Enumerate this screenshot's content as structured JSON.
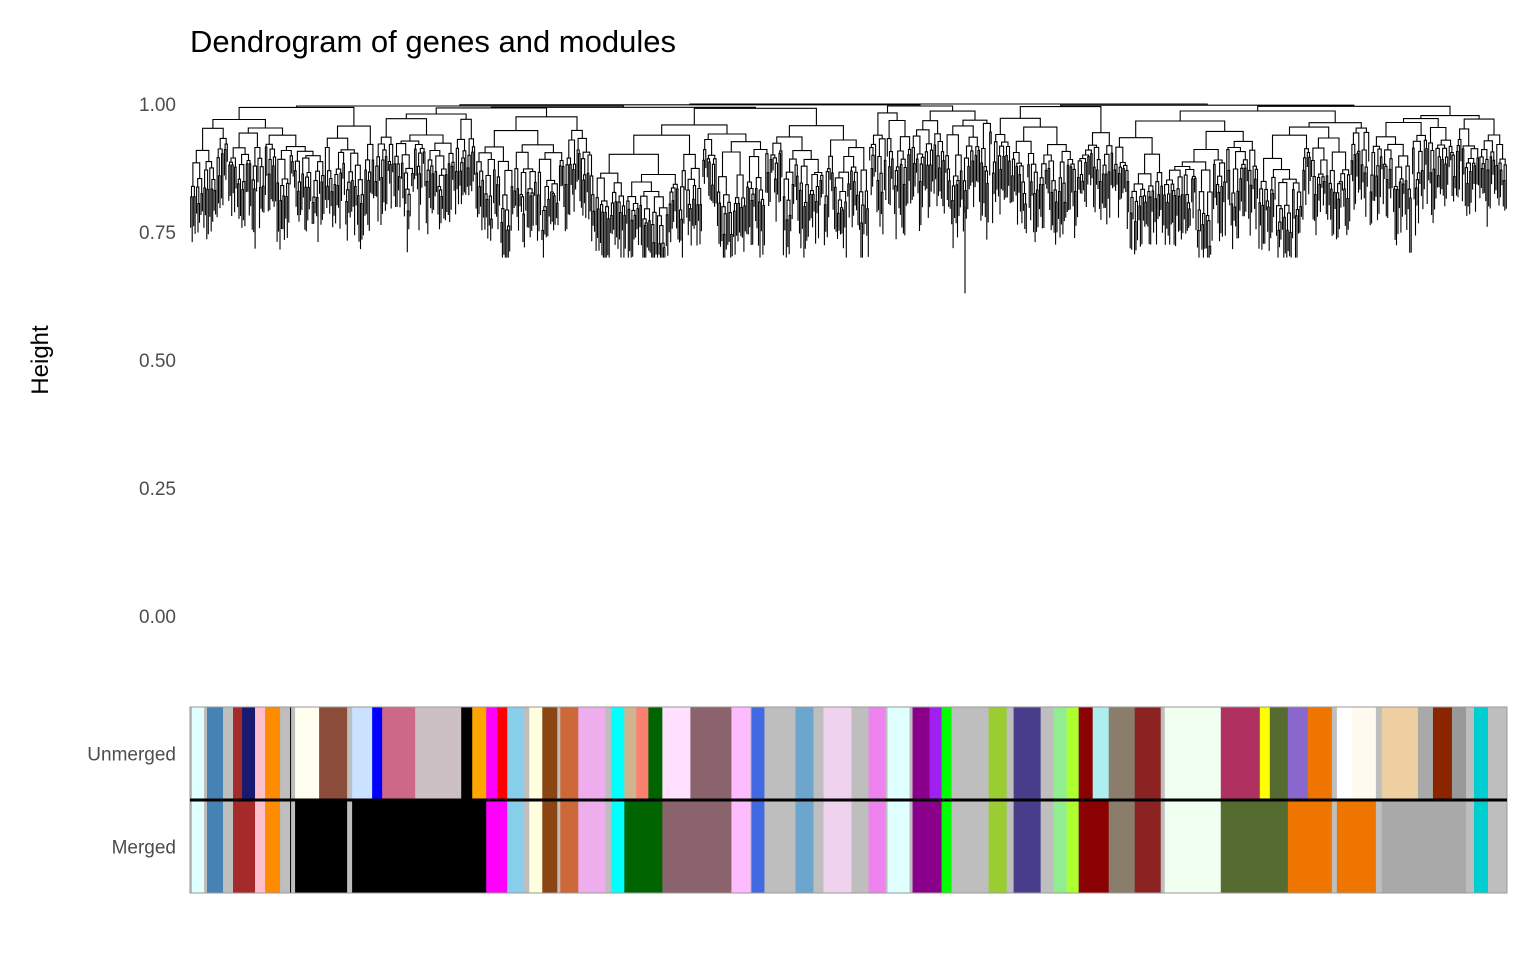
{
  "chart_data": {
    "type": "dendrogram",
    "title": "Dendrogram of genes and modules",
    "ylabel": "Height",
    "xlabel": "",
    "ylim": [
      0,
      1
    ],
    "yticks": [
      "0.00",
      "0.25",
      "0.50",
      "0.75",
      "1.00"
    ],
    "ytick_values": [
      0,
      0.25,
      0.5,
      0.75,
      1.0
    ],
    "leaf_height_range": [
      0.63,
      0.98
    ],
    "color_rows": [
      {
        "label": "Unmerged",
        "runs": [
          [
            "#BEBEBE",
            2
          ],
          [
            "#E0FFFF",
            12
          ],
          [
            "#BEBEBE",
            3
          ],
          [
            "#4682B4",
            16
          ],
          [
            "#BEBEBE",
            10
          ],
          [
            "#A52A2A",
            9
          ],
          [
            "#191970",
            13
          ],
          [
            "#FFC0CB",
            10
          ],
          [
            "#FF8C00",
            15
          ],
          [
            "#BEBEBE",
            10
          ],
          [
            "#000000",
            1
          ],
          [
            "#BEBEBE",
            4
          ],
          [
            "#FFFFF0",
            24
          ],
          [
            "#8B4C39",
            28
          ],
          [
            "#BEBEBE",
            5
          ],
          [
            "#CAE1FF",
            20
          ],
          [
            "#0000FF",
            10
          ],
          [
            "#CD6889",
            33
          ],
          [
            "#CDC0C5",
            46
          ],
          [
            "#000000",
            11
          ],
          [
            "#FFA500",
            14
          ],
          [
            "#FF00FF",
            11
          ],
          [
            "#FF0000",
            10
          ],
          [
            "#87CEEB",
            16
          ],
          [
            "#BEBEBE",
            6
          ],
          [
            "#FFFFE0",
            13
          ],
          [
            "#8B4513",
            15
          ],
          [
            "#BEBEBE",
            3
          ],
          [
            "#CD6839",
            18
          ],
          [
            "#EEAEEE",
            27
          ],
          [
            "#BEBEBE",
            6
          ],
          [
            "#00FFFF",
            13
          ],
          [
            "#D2B48C",
            12
          ],
          [
            "#FA8072",
            12
          ],
          [
            "#006400",
            14
          ],
          [
            "#FFE1FF",
            28
          ],
          [
            "#8B636C",
            41
          ],
          [
            "#FFBBFF",
            19
          ],
          [
            "#BEBEBE",
            1
          ],
          [
            "#4169E1",
            13
          ],
          [
            "#BEBEBE",
            31
          ],
          [
            "#6CA6CD",
            18
          ],
          [
            "#BEBEBE",
            10
          ],
          [
            "#EED2EE",
            28
          ],
          [
            "#BEBEBE",
            17
          ],
          [
            "#EE82EE",
            17
          ],
          [
            "#BEBEBE",
            2
          ],
          [
            "#E0FFFF",
            22
          ],
          [
            "#BEBEBE",
            3
          ],
          [
            "#8B008B",
            17
          ],
          [
            "#A020F0",
            12
          ],
          [
            "#00FF00",
            10
          ],
          [
            "#BEBEBE",
            37
          ],
          [
            "#9ACD32",
            18
          ],
          [
            "#BEBEBE",
            7
          ],
          [
            "#483D8B",
            27
          ],
          [
            "#BEBEBE",
            13
          ],
          [
            "#90EE90",
            13
          ],
          [
            "#ADFF2F",
            12
          ],
          [
            "#8B0000",
            14
          ],
          [
            "#AEEEEE",
            16
          ],
          [
            "#8B7D6B",
            26
          ],
          [
            "#8B2323",
            26
          ],
          [
            "#BEBEBE",
            4
          ],
          [
            "#F0FFF0",
            56
          ],
          [
            "#B03060",
            39
          ],
          [
            "#FFFF00",
            10
          ],
          [
            "#556B2F",
            18
          ],
          [
            "#8968CD",
            20
          ],
          [
            "#EE7600",
            24
          ],
          [
            "#BEBEBE",
            5
          ],
          [
            "#FFFFFF",
            15
          ],
          [
            "#FFFAF0",
            24
          ],
          [
            "#BEBEBE",
            6
          ],
          [
            "#EECFA1",
            36
          ],
          [
            "#A9A9A9",
            15
          ],
          [
            "#8B2500",
            19
          ],
          [
            "#999999",
            14
          ],
          [
            "#BEBEBE",
            8
          ],
          [
            "#00CED1",
            14
          ],
          [
            "#BEBEBE",
            19
          ]
        ]
      },
      {
        "label": "Merged",
        "runs": [
          [
            "#BEBEBE",
            2
          ],
          [
            "#E0FFFF",
            12
          ],
          [
            "#BEBEBE",
            3
          ],
          [
            "#4682B4",
            16
          ],
          [
            "#BEBEBE",
            10
          ],
          [
            "#A52A2A",
            22
          ],
          [
            "#FFC0CB",
            10
          ],
          [
            "#FF8C00",
            15
          ],
          [
            "#BEBEBE",
            10
          ],
          [
            "#000000",
            1
          ],
          [
            "#BEBEBE",
            4
          ],
          [
            "#000000",
            52
          ],
          [
            "#BEBEBE",
            5
          ],
          [
            "#000000",
            134
          ],
          [
            "#FF00FF",
            21
          ],
          [
            "#87CEEB",
            16
          ],
          [
            "#BEBEBE",
            6
          ],
          [
            "#FFFFE0",
            13
          ],
          [
            "#8B4513",
            15
          ],
          [
            "#BEBEBE",
            3
          ],
          [
            "#CD6839",
            18
          ],
          [
            "#EEAEEE",
            27
          ],
          [
            "#BEBEBE",
            6
          ],
          [
            "#00FFFF",
            13
          ],
          [
            "#006400",
            38
          ],
          [
            "#8B636C",
            69
          ],
          [
            "#FFBBFF",
            19
          ],
          [
            "#BEBEBE",
            1
          ],
          [
            "#4169E1",
            13
          ],
          [
            "#BEBEBE",
            31
          ],
          [
            "#6CA6CD",
            18
          ],
          [
            "#BEBEBE",
            10
          ],
          [
            "#EED2EE",
            28
          ],
          [
            "#BEBEBE",
            17
          ],
          [
            "#EE82EE",
            17
          ],
          [
            "#BEBEBE",
            2
          ],
          [
            "#E0FFFF",
            22
          ],
          [
            "#BEBEBE",
            3
          ],
          [
            "#8B008B",
            29
          ],
          [
            "#00FF00",
            10
          ],
          [
            "#BEBEBE",
            37
          ],
          [
            "#9ACD32",
            18
          ],
          [
            "#BEBEBE",
            7
          ],
          [
            "#483D8B",
            27
          ],
          [
            "#BEBEBE",
            13
          ],
          [
            "#90EE90",
            13
          ],
          [
            "#ADFF2F",
            12
          ],
          [
            "#8B0000",
            30
          ],
          [
            "#8B7D6B",
            26
          ],
          [
            "#8B2323",
            26
          ],
          [
            "#BEBEBE",
            4
          ],
          [
            "#F0FFF0",
            56
          ],
          [
            "#556B2F",
            67
          ],
          [
            "#EE7600",
            44
          ],
          [
            "#BEBEBE",
            5
          ],
          [
            "#EE7600",
            39
          ],
          [
            "#BEBEBE",
            6
          ],
          [
            "#A9A9A9",
            84
          ],
          [
            "#BEBEBE",
            8
          ],
          [
            "#00CED1",
            14
          ],
          [
            "#BEBEBE",
            19
          ]
        ]
      }
    ]
  }
}
